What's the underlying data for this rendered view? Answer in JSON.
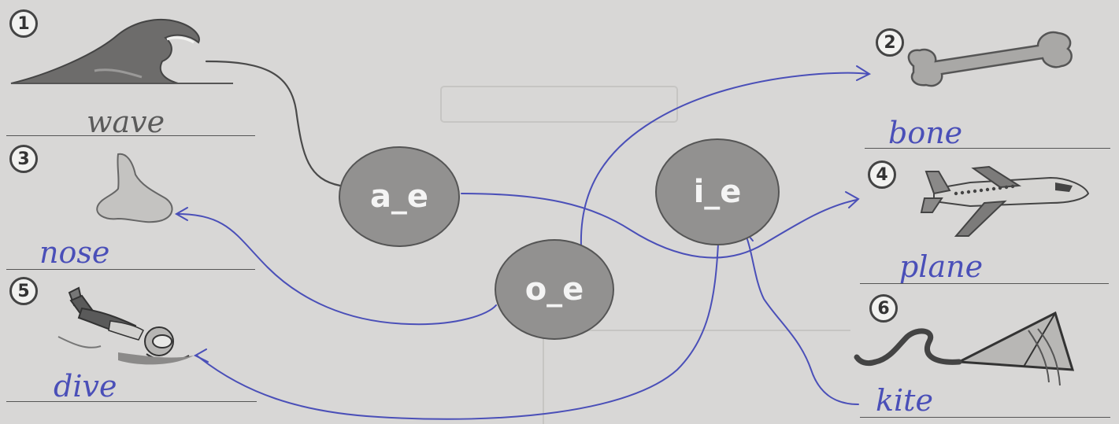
{
  "items": [
    {
      "number": "1",
      "word": "wave",
      "picture": "wave-icon"
    },
    {
      "number": "2",
      "word": "bone",
      "picture": "bone-icon"
    },
    {
      "number": "3",
      "word": "nose",
      "picture": "nose-icon"
    },
    {
      "number": "4",
      "word": "plane",
      "picture": "plane-icon"
    },
    {
      "number": "5",
      "word": "dive",
      "picture": "diver-icon"
    },
    {
      "number": "6",
      "word": "kite",
      "picture": "kite-icon"
    }
  ],
  "patterns": [
    {
      "label": "a_e"
    },
    {
      "label": "i_e"
    },
    {
      "label": "o_e"
    }
  ],
  "colors": {
    "paper": "#d8d7d6",
    "bubble": "#929190",
    "pencil": "#4a4a4a",
    "ink": "#4a4fb8"
  }
}
